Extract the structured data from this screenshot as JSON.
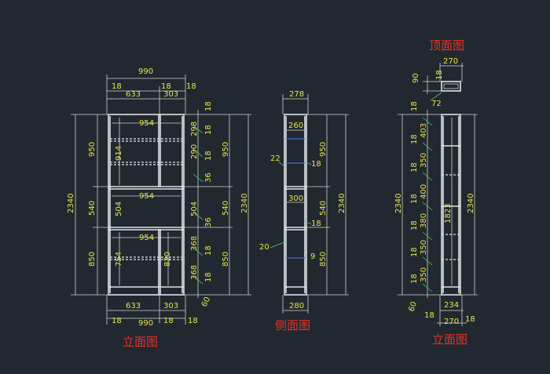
{
  "titles": {
    "front_left": "立面图",
    "side": "侧面图",
    "top": "顶面图",
    "front_right": "立面图"
  },
  "front_left": {
    "top_total": "990",
    "top_left_t": "18",
    "top_mid_t": "18",
    "top_right_t": "18",
    "top_wide": "633",
    "top_narrow": "303",
    "shelf_1": "954",
    "shelf_2": "954",
    "shelf_3": "954",
    "inner_upper": "914",
    "inner_lower": "754",
    "inner_right": "820",
    "left_h_upper": "950",
    "left_h_mid": "540",
    "left_h_low": "850",
    "mid_h": "504",
    "total_h": "2340",
    "right_18a": "18",
    "right_298": "298",
    "right_18b": "18",
    "right_290": "290",
    "right_36a": "36",
    "right_504": "504",
    "right_36b": "36",
    "right_368a": "368",
    "right_18c": "18",
    "right_368b": "368",
    "right_18d": "18",
    "right_60": "60",
    "outer_950": "950",
    "outer_540": "540",
    "outer_850": "850",
    "outer_2340": "2340",
    "bot_wide": "633",
    "bot_narrow": "303",
    "bot_left_t": "18",
    "bot_total": "990",
    "bot_mid_t": "18",
    "bot_right_t": "18"
  },
  "side": {
    "top_w": "278",
    "shelf_top": "260",
    "label_22": "22",
    "label_18a": "18",
    "shelf_mid": "300",
    "label_18b": "18",
    "label_20": "20",
    "label_9": "9",
    "h_950": "950",
    "h_540": "540",
    "h_850": "850",
    "h_2340": "2340",
    "bot_w": "280"
  },
  "right_view": {
    "top_w": "270",
    "top_90": "90",
    "top_18": "18",
    "top_72": "72",
    "left_18a": "18",
    "left_403": "403",
    "left_18b": "18",
    "left_350a": "350",
    "left_18c": "18",
    "left_400": "400",
    "left_18d": "18",
    "left_380": "380",
    "left_18e": "18",
    "left_350b": "350",
    "left_18f": "18",
    "left_350c": "350",
    "left_18g": "18",
    "inner_1823": "1823",
    "total_left": "2340",
    "total_right": "2340",
    "bot_60": "60",
    "bot_234": "234",
    "bot_18a": "18",
    "bot_270": "270",
    "bot_18b": "18"
  }
}
